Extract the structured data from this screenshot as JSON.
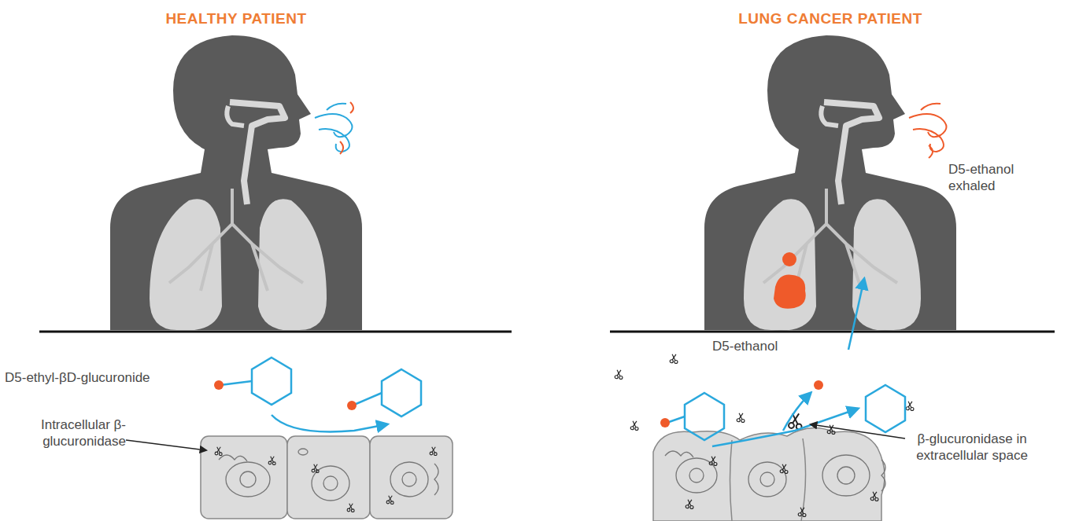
{
  "diagram": {
    "labels": [
      "HEALTHY PATIENT",
      "LUNG CANCER PATIENT",
      "D5-ethanol exhaled",
      "D5-ethyl-βD-glucuronide",
      "Intracellular β-glucuronidase",
      "D5-ethanol",
      "β-glucuronidase in extracellular space"
    ]
  }
}
